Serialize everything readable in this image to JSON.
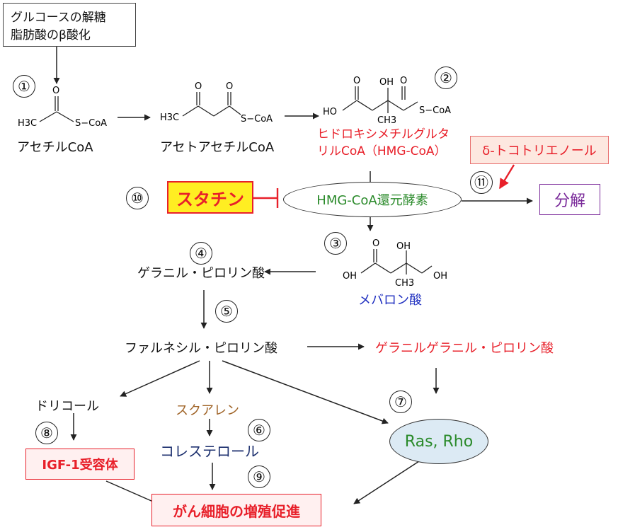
{
  "source_box": {
    "line1": "グルコースの解糖",
    "line2": "脂肪酸のβ酸化"
  },
  "steps": {
    "s1": "①",
    "s2": "②",
    "s3": "③",
    "s4": "④",
    "s5": "⑤",
    "s6": "⑥",
    "s7": "⑦",
    "s8": "⑧",
    "s9": "⑨",
    "s10": "⑩",
    "s11": "⑪"
  },
  "molecules": {
    "acetyl_coa": "アセチルCoA",
    "acetoacetyl_coa": "アセトアセチルCoA",
    "hmg_coa_line1": "ヒドロキシメチルグルタ",
    "hmg_coa_line2": "リルCoA（HMG-CoA）",
    "mevalonate": "メバロン酸",
    "geranyl_pp": "ゲラニル・ピロリン酸",
    "farnesyl_pp": "ファルネシル・ピロリン酸",
    "ggpp": "ゲラニルゲラニル・ピロリン酸",
    "dolichol": "ドリコール",
    "squalene": "スクアレン",
    "cholesterol": "コレステロール",
    "ras_rho": "Ras, Rho"
  },
  "structures": {
    "s1_H3C": "H3C",
    "s1_O": "O",
    "s1_SCoA": "S−CoA",
    "s2_H3C": "H3C",
    "s2_O1": "O",
    "s2_O2": "O",
    "s2_SCoA": "S−CoA",
    "s3_HO": "HO",
    "s3_OH": "OH",
    "s3_O1": "O",
    "s3_O2": "O",
    "s3_CH3": "CH3",
    "s3_SCoA": "S−CoA",
    "s4_OH_top": "OH",
    "s4_O": "O",
    "s4_OH_left": "OH",
    "s4_CH3": "CH3",
    "s4_OH_right": "OH"
  },
  "enzyme": "HMG-CoA還元酵素",
  "statin": "スタチン",
  "tocotrienol": "δ-トコトリエノール",
  "degradation": "分解",
  "igf1": "IGF-1受容体",
  "outcome": "がん細胞の増殖促進",
  "colors": {
    "red": "#e8202a",
    "blue": "#2030c0",
    "green": "#2a8a2a",
    "brown": "#a06428",
    "navy": "#1c2f6e",
    "purple": "#7a2a9a",
    "yellow": "#ffee22",
    "box_pink": "#fff0f0",
    "box_peach": "#fde8e0",
    "ellipse_blue": "#dceaf4"
  }
}
